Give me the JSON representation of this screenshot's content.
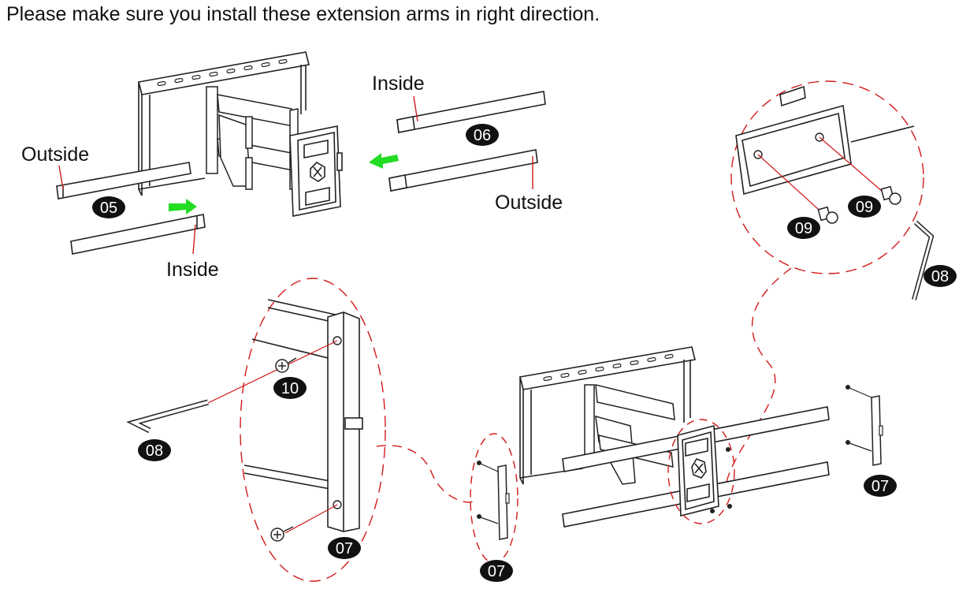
{
  "instruction": "Please make sure you install these extension arms in right direction.",
  "labels": {
    "outside_left": "Outside",
    "inside_top": "Inside",
    "outside_right": "Outside",
    "inside_bottom": "Inside"
  },
  "parts": {
    "p05": "05",
    "p06": "06",
    "p07_side": "07",
    "p07_bottom": "07",
    "p07_right": "07",
    "p08_left": "08",
    "p08_right": "08",
    "p09_a": "09",
    "p09_b": "09",
    "p10": "10"
  },
  "colors": {
    "line": "#222222",
    "callout": "#d11a1a",
    "arrow": "#22dd22",
    "badge": "#111111"
  }
}
